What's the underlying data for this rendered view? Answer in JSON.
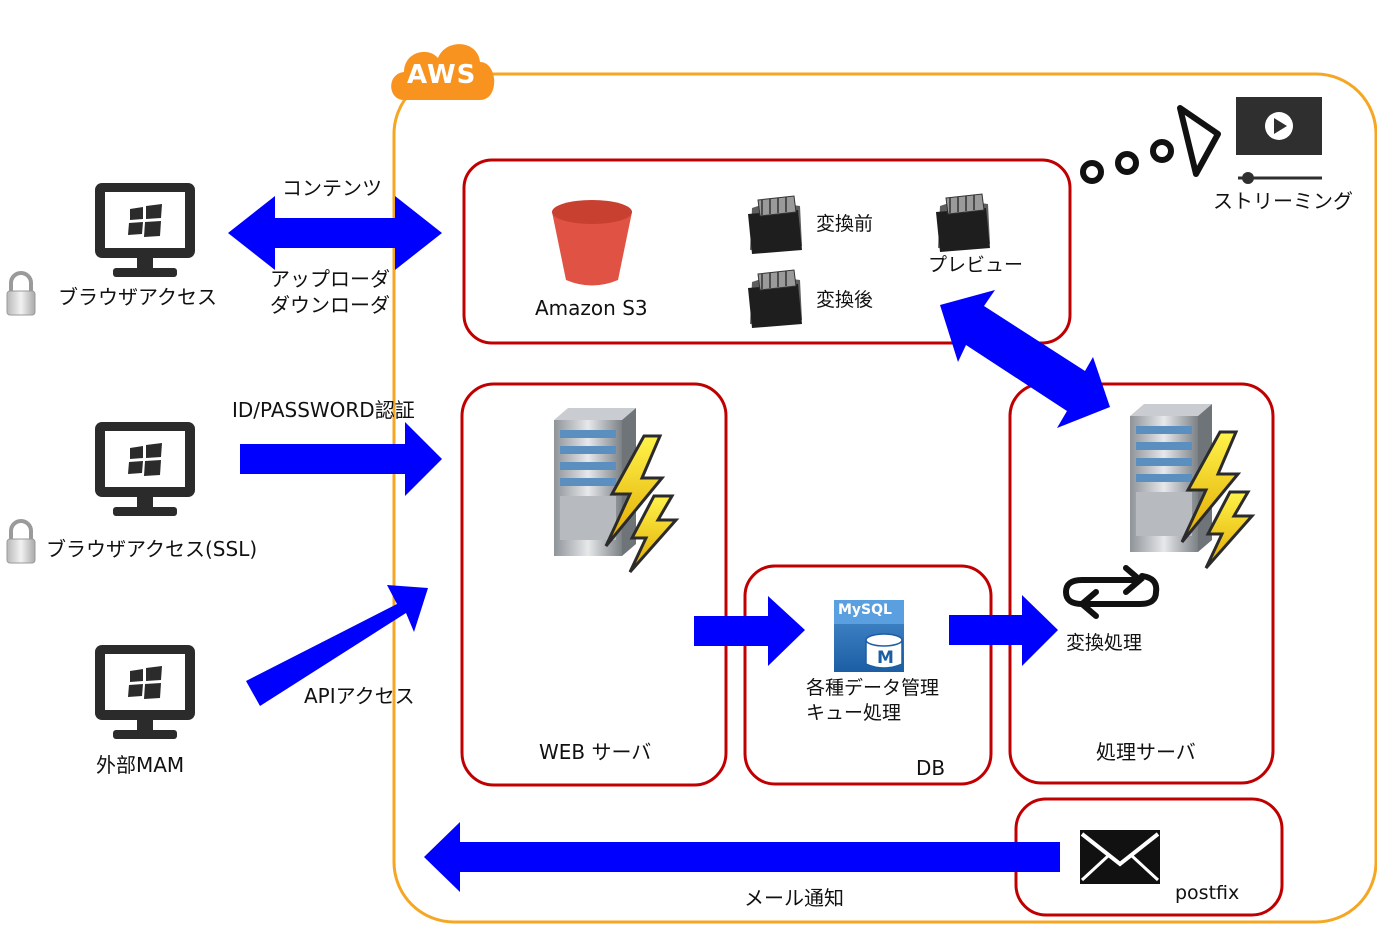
{
  "aws": {
    "badge": "AWS"
  },
  "clients": [
    {
      "label": "ブラウザアクセス",
      "locked": true
    },
    {
      "label": "ブラウザアクセス(SSL)",
      "locked": true
    },
    {
      "label": "外部MAM",
      "locked": false
    }
  ],
  "arrows": {
    "contents": "コンテンツ",
    "uploader": "アップローダ",
    "downloader": "ダウンローダ",
    "auth": "ID/PASSWORD認証",
    "api": "APIアクセス",
    "mail": "メール通知"
  },
  "s3": {
    "label": "Amazon S3",
    "before": "変換前",
    "after": "変換後",
    "preview": "プレビュー"
  },
  "streaming": {
    "label": "ストリーミング"
  },
  "web": {
    "label": "WEB サーバ"
  },
  "db": {
    "label": "DB",
    "logo_top": "MySQL",
    "logo_letter": "M",
    "line1": "各種データ管理",
    "line2": "キュー処理"
  },
  "proc": {
    "label": "処理サーバ",
    "convert": "変換処理"
  },
  "mail": {
    "label": "postfix"
  },
  "colors": {
    "aws_border": "#F5A623",
    "box_border": "#C00000",
    "arrow": "#0000FF",
    "s3_bucket": "#E05243"
  }
}
